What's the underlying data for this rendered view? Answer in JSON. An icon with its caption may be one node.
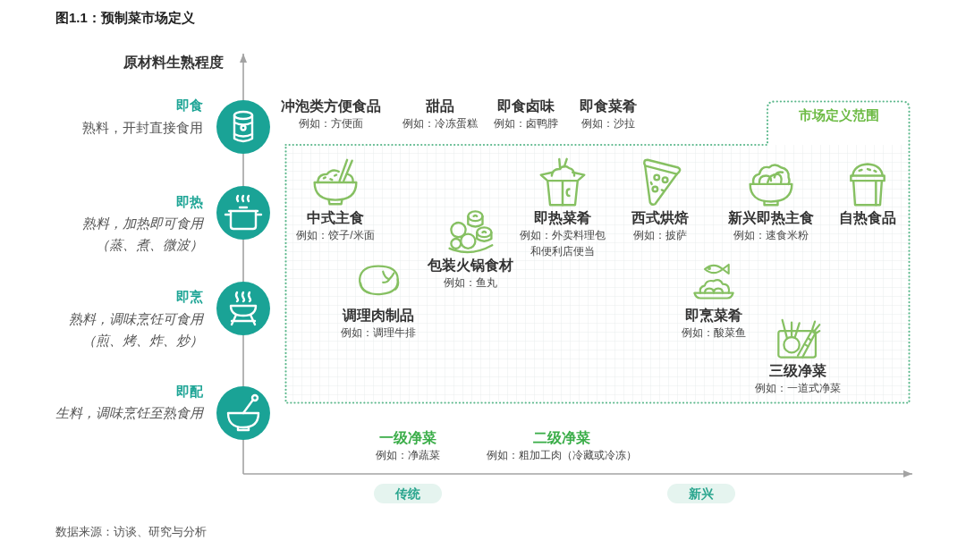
{
  "diagram": {
    "title": "图1.1：预制菜市场定义",
    "caption": "数据来源：访谈、研究与分析",
    "nodes": [
      {
        "text": [
          "即食",
          "熟料，开封直接食用"
        ]
      },
      {
        "text": [
          "冲泡类方便食品",
          "例如：方便面"
        ]
      },
      {
        "text": [
          "甜品",
          "例如：冷冻蛋糕"
        ]
      },
      {
        "text": [
          "即食卤味",
          "例如：卤鸭脖"
        ]
      },
      {
        "text": [
          "即食菜肴",
          "例如：沙拉"
        ]
      },
      {
        "text": [
          "市场定义范围"
        ]
      },
      {
        "text": [
          "即热",
          "熟料，加热即可食用（蒸、煮、微波）"
        ]
      },
      {
        "text": [
          "中式主食",
          "例如：饺子/米面"
        ],
        "in": 5
      },
      {
        "text": [
          "即热菜肴",
          "例如：外卖料理包和便利店便当"
        ],
        "in": 5
      },
      {
        "text": [
          "西式烘焙",
          "例如：披萨"
        ],
        "in": 5
      },
      {
        "text": [
          "新兴即热主食",
          "例如：速食米粉"
        ],
        "in": 5
      },
      {
        "text": [
          "自热食品"
        ],
        "in": 5
      },
      {
        "text": [
          "包装火锅食材",
          "例如：鱼丸"
        ],
        "in": 5
      },
      {
        "text": [
          "即烹",
          "熟料，调味烹饪可食用（煎、烤、炸、炒）"
        ]
      },
      {
        "text": [
          "调理肉制品",
          "例如：调理牛排"
        ],
        "in": 5
      },
      {
        "text": [
          "即烹菜肴",
          "例如：酸菜鱼"
        ],
        "in": 5
      },
      {
        "text": [
          "三级净菜",
          "例如：一道式净菜"
        ],
        "in": 5
      },
      {
        "text": [
          "即配",
          "生料，调味烹饪至熟食用"
        ]
      },
      {
        "text": [
          "一级净菜",
          "例如：净蔬菜"
        ]
      },
      {
        "text": [
          "二级净菜",
          "例如：粗加工肉（冷藏或冷冻）"
        ]
      },
      {
        "text": [
          "传统"
        ]
      },
      {
        "text": [
          "新兴"
        ]
      }
    ],
    "labels": [
      "原材料生熟程度"
    ]
  }
}
